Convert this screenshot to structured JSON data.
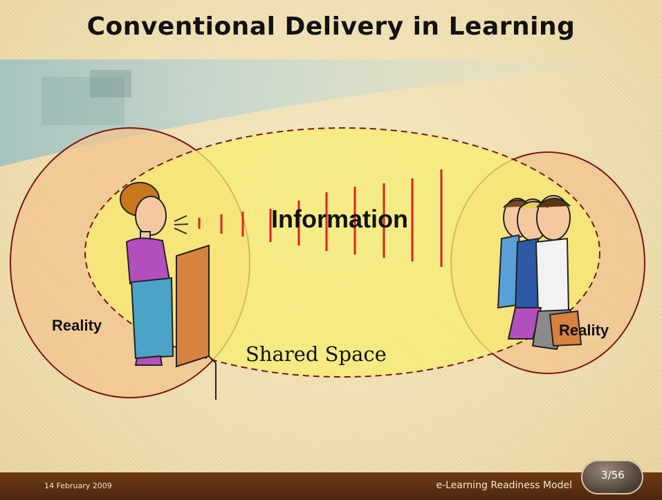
{
  "slide": {
    "title": "Conventional Delivery in Learning"
  },
  "diagram": {
    "center_label": "Information",
    "left_label": "Reality",
    "right_label": "Reality",
    "shared_label": "Shared Space"
  },
  "footer": {
    "date": "14 February 2009",
    "title": "e-Learning Readiness Model",
    "page": "3/56"
  },
  "colors": {
    "circle_stroke": "#7a1414",
    "circle_fill": "#f1c48e",
    "ellipse_fill": "#f7ee71",
    "signal_lines": "#e02020",
    "footer_bg": "#5a2f10"
  },
  "icons": [
    "teacher-figure",
    "lectern",
    "seated-students",
    "speech-lines"
  ]
}
